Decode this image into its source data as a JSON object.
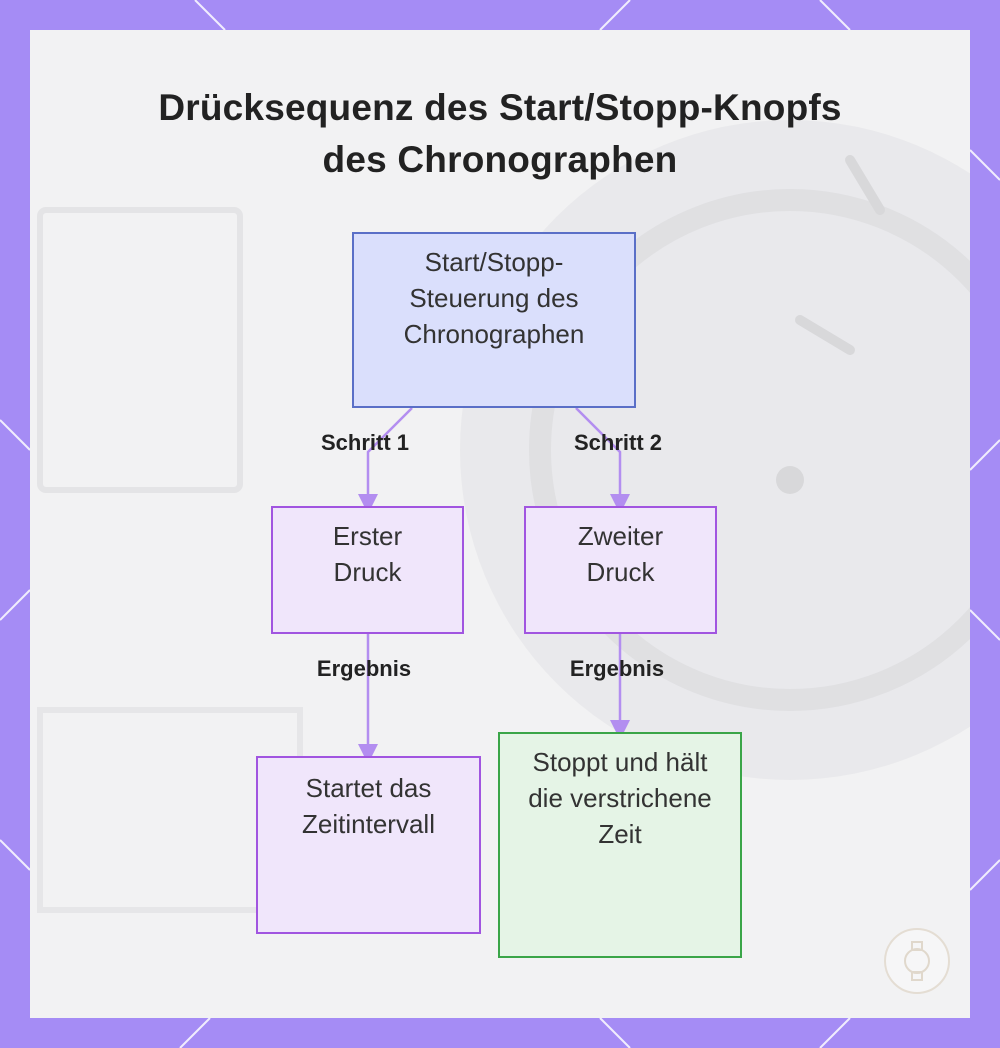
{
  "title": {
    "line1": "Drücksequenz des Start/Stopp-Knopfs",
    "line2": "des Chronographen"
  },
  "nodes": {
    "root": "Start/Stopp-Steuerung des Chronographen",
    "first_press": "Erster Druck",
    "second_press": "Zweiter Druck",
    "start_result": "Startet das Zeitintervall",
    "stop_result": "Stoppt und hält die verstrichene Zeit"
  },
  "edges": {
    "step1": "Schritt 1",
    "step2": "Schritt 2",
    "result1": "Ergebnis",
    "result2": "Ergebnis"
  },
  "colors": {
    "frame": "#a58cf5",
    "root_fill": "#dadffc",
    "root_border": "#5a6fc7",
    "purple_fill": "#f0e6fb",
    "purple_border": "#a155e0",
    "green_fill": "#e5f4e6",
    "green_border": "#3aa548",
    "edge": "#b38ef0"
  },
  "icons": {
    "watermark": "watch-logo-icon"
  }
}
